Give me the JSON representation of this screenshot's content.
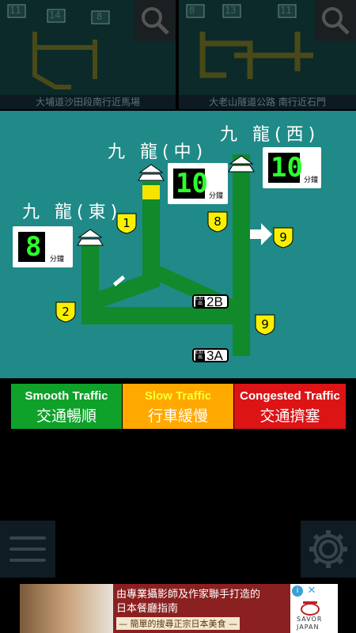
{
  "thumbnails": [
    {
      "caption": "大埔道沙田段南行近馬場",
      "mini_times": [
        "11",
        "14",
        "8"
      ]
    },
    {
      "caption": "大老山隧道公路 南行近石門",
      "mini_times": [
        "8",
        "13",
        "11"
      ]
    }
  ],
  "map": {
    "regions": [
      {
        "label": "九 龍(東)",
        "time": "8",
        "unit": "分鐘"
      },
      {
        "label": "九 龍(中)",
        "time": "10",
        "unit": "分鐘"
      },
      {
        "label": "九 龍(西)",
        "time": "10",
        "unit": "分鐘"
      }
    ],
    "route_shields": [
      "1",
      "8",
      "9",
      "2",
      "9"
    ],
    "exits": [
      {
        "tag": "EXIT 出",
        "code": "2B"
      },
      {
        "tag": "EXIT 出",
        "code": "3A"
      }
    ]
  },
  "legend": [
    {
      "en": "Smooth Traffic",
      "zh": "交通暢順",
      "color": "#0fa12a",
      "en_color": "#ffffff"
    },
    {
      "en": "Slow Traffic",
      "zh": "行車緩慢",
      "color": "#ffa800",
      "en_color": "#ffff33"
    },
    {
      "en": "Congested Traffic",
      "zh": "交通擠塞",
      "color": "#dc1416",
      "en_color": "#ffffff"
    }
  ],
  "ad": {
    "line1": "由專業攝影師及作家聯手打造的",
    "line2": "日本餐廳指南",
    "line3": "— 簡單的搜尋正宗日本美食 —",
    "brand_top": "SAVOR",
    "brand_bottom": "JAPAN"
  }
}
